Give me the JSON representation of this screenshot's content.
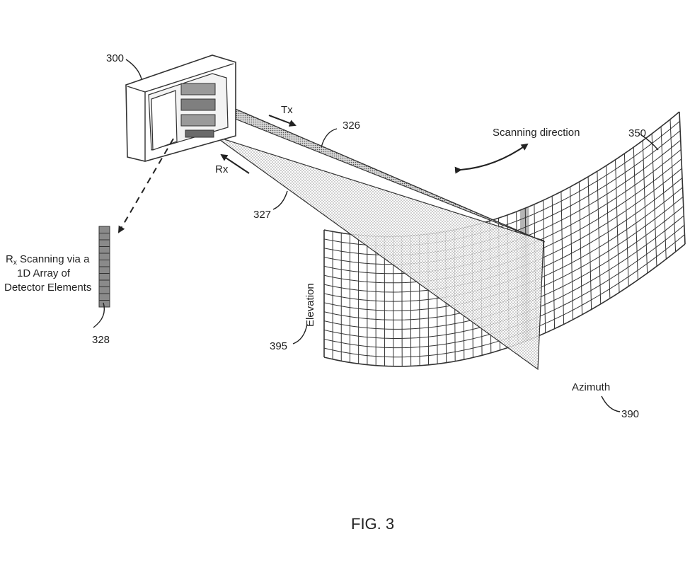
{
  "figure": {
    "caption": "FIG. 3",
    "labels": {
      "device": "300",
      "tx_beam": "326",
      "rx_beam": "327",
      "detector_array": "328",
      "surface": "350",
      "azimuth_ref": "390",
      "elevation_ref": "395",
      "tx": "Tx",
      "rx": "Rx",
      "scanning_direction": "Scanning direction",
      "elevation": "Elevation",
      "azimuth": "Azimuth"
    },
    "detector_text": {
      "line1_main": "R",
      "line1_sub": "x",
      "line1_rest": " Scanning via a",
      "line2": "1D Array of",
      "line3": "Detector Elements"
    },
    "detector_element_count": 12,
    "colors": {
      "line": "#333333",
      "beam_fill": "#cfcfcf",
      "detector_fill": "#8a8a8a",
      "highlight_column": "#b5b5b5"
    }
  }
}
